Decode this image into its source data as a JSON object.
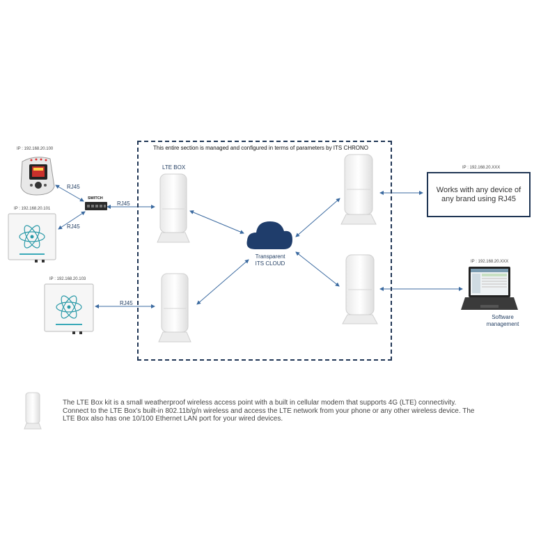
{
  "managed_title": "This entire section is managed and configured in terms of parameters by ITS CHRONO",
  "lte_box_label": "LTE BOX",
  "ip_top_left": "IP : 192.168.20.100",
  "ip_mid_left": "IP : 192.168.20.101",
  "ip_bottom_left": "IP : 192.168.20.103",
  "ip_right_top": "IP : 192.168.20.XXX",
  "ip_right_bottom": "IP : 192.168.20.XXX",
  "rj45": "RJ45",
  "switch_label": "SWITCH",
  "cloud_line1": "Transparent",
  "cloud_line2": "ITS CLOUD",
  "device_box_text": "Works with any device of any brand using RJ45",
  "software_line1": "Software",
  "software_line2": "management",
  "description": "The LTE Box kit is a small weatherproof wireless access point with a built in cellular modem that supports 4G (LTE) connectivity. Connect to the LTE Box's built-in 802.11b/g/n wireless and access the LTE network from your phone or any other wireless device. The LTE Box also has one 10/100 Ethernet LAN port for your wired devices.",
  "colors": {
    "frame": "#1f3554",
    "arrow": "#3b6aa0",
    "cloud": "#1f3d6b",
    "device_white": "#f4f4f4"
  }
}
